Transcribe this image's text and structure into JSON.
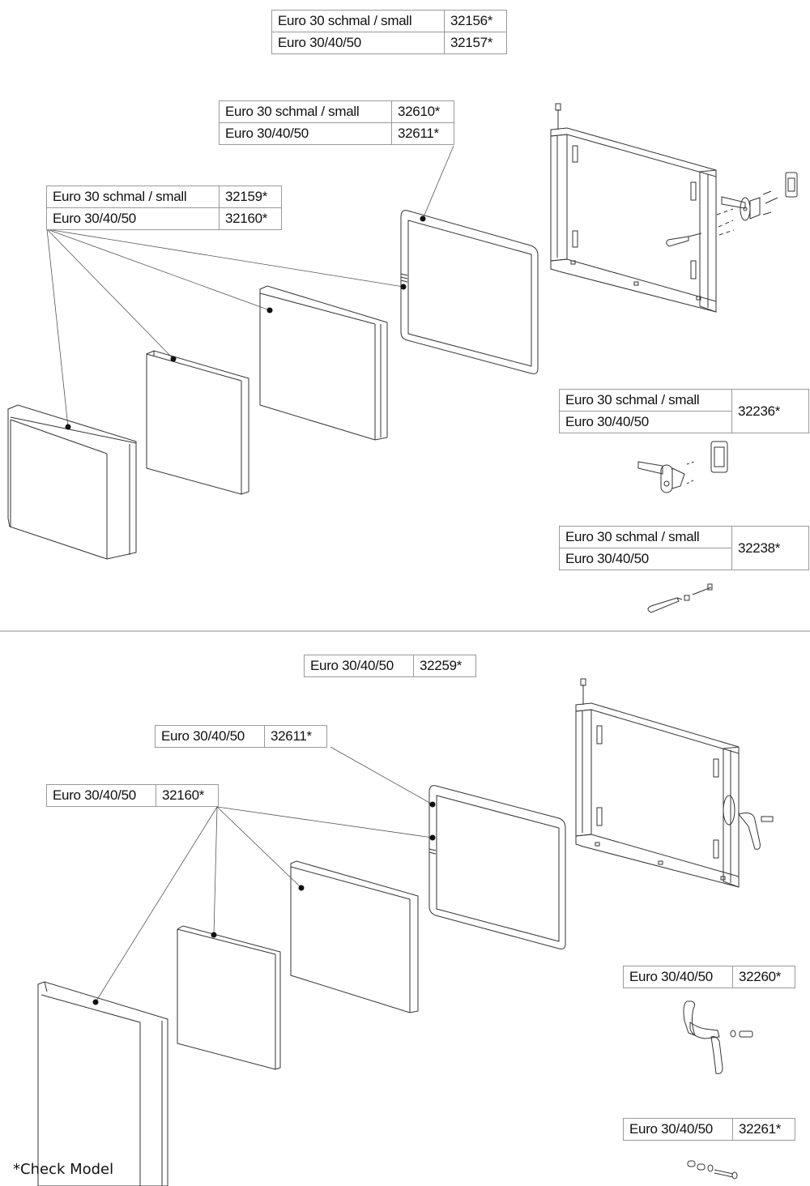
{
  "footnote": "*Check Model",
  "sections": {
    "top": {
      "labels": [
        {
          "id": "cover-frame",
          "rows": [
            {
              "model": "Euro 30 schmal / small",
              "part": "32156*"
            },
            {
              "model": "Euro 30/40/50",
              "part": "32157*"
            }
          ]
        },
        {
          "id": "glass-frame",
          "rows": [
            {
              "model": "Euro 30 schmal / small",
              "part": "32610*"
            },
            {
              "model": "Euro 30/40/50",
              "part": "32611*"
            }
          ]
        },
        {
          "id": "panels",
          "rows": [
            {
              "model": "Euro 30 schmal / small",
              "part": "32159*"
            },
            {
              "model": "Euro 30/40/50",
              "part": "32160*"
            }
          ]
        },
        {
          "id": "latch-set",
          "rows": [
            {
              "model": "Euro 30 schmal / small"
            },
            {
              "model": "Euro 30/40/50"
            }
          ],
          "part": "32236*"
        },
        {
          "id": "handle-pin",
          "rows": [
            {
              "model": "Euro 30 schmal / small"
            },
            {
              "model": "Euro 30/40/50"
            }
          ],
          "part": "32238*"
        }
      ]
    },
    "bottom": {
      "labels": [
        {
          "id": "door-frame",
          "model": "Euro 30/40/50",
          "part": "32259*"
        },
        {
          "id": "glass-frame",
          "model": "Euro 30/40/50",
          "part": "32611*"
        },
        {
          "id": "panels",
          "model": "Euro 30/40/50",
          "part": "32160*"
        },
        {
          "id": "handle-set",
          "model": "Euro 30/40/50",
          "part": "32260*"
        },
        {
          "id": "hinge-pin-set",
          "model": "Euro 30/40/50",
          "part": "32261*"
        }
      ]
    }
  },
  "colors": {
    "line": "#333333",
    "table_border": "#9a9a9a",
    "divider": "#c4c4c4"
  }
}
